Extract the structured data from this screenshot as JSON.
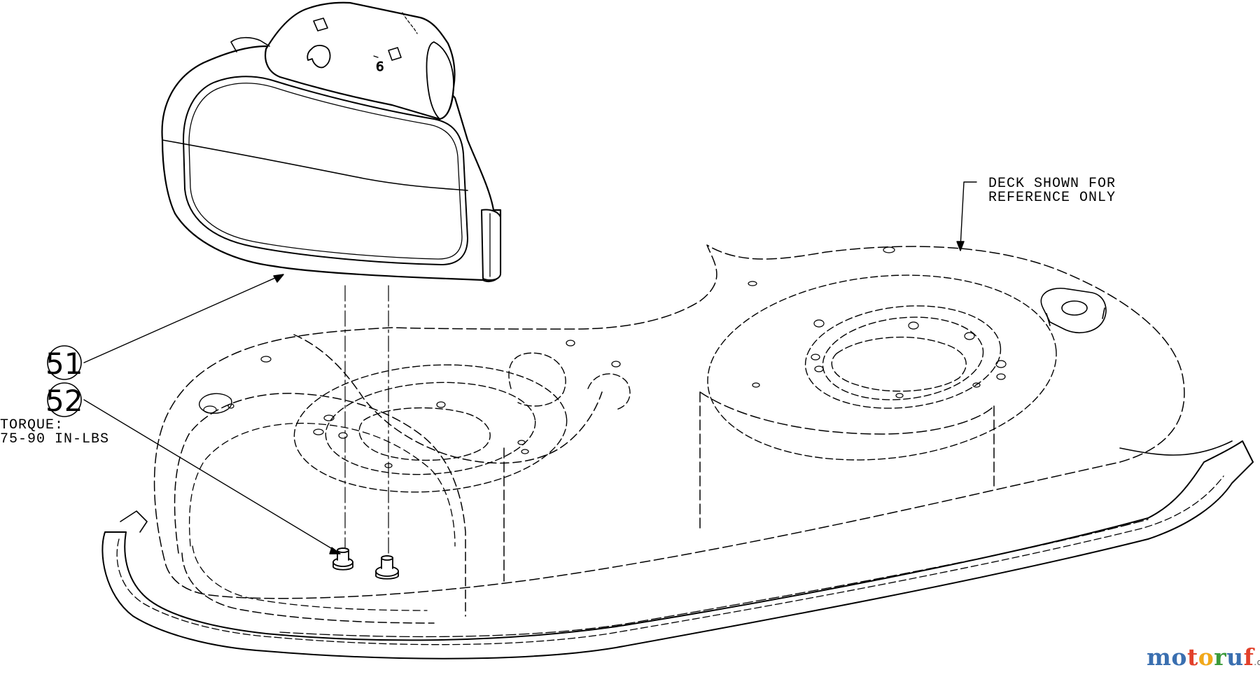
{
  "callouts": {
    "part_51": "51",
    "part_52": "52"
  },
  "notes": {
    "deck_reference_line1": "DECK SHOWN FOR",
    "deck_reference_line2": "REFERENCE ONLY",
    "torque_line1": "TORQUE:",
    "torque_line2": "75-90 IN-LBS",
    "handle_mark": "6"
  },
  "watermark": {
    "text": "motoruf",
    "tld": ".de",
    "letter_colors": [
      "#3a6fb0",
      "#3a6fb0",
      "#e2402a",
      "#f1a81a",
      "#3a9a3a",
      "#3a6fb0",
      "#e2402a"
    ]
  }
}
